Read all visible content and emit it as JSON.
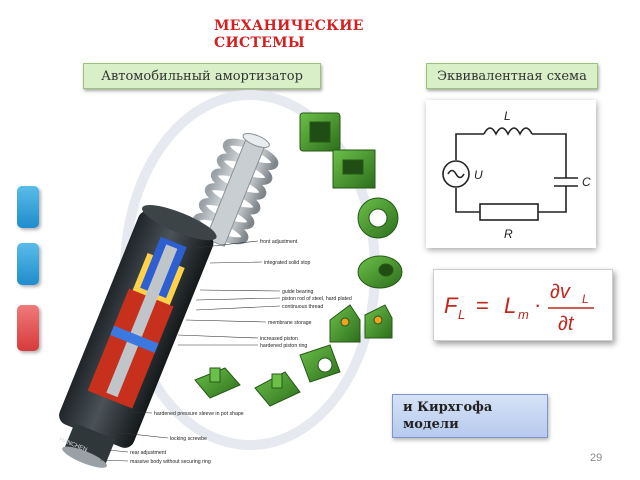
{
  "title": [
    "МЕХАНИЧЕСКИЕ",
    "СИСТЕМЫ"
  ],
  "left_label": "Автомобильный амортизатор",
  "right_label": "Эквивалентная схема",
  "circuit": {
    "inductor": "L",
    "source": "U",
    "capacitor": "C",
    "resistor": "R"
  },
  "formula": {
    "lhs": "F",
    "lhs_sub": "L",
    "eq": "=",
    "coef": "L",
    "coef_sub": "m",
    "dot": "·",
    "num": "∂v",
    "num_sub": "L",
    "den": "∂t"
  },
  "kirchhoff_lines": [
    "и Кирхгофа",
    "модели"
  ],
  "callouts": [
    "front adjustment",
    "integrated solid stop",
    "guide bearing",
    "piston rod of steel, hard plated",
    "continuous thread",
    "membrane storage",
    "increased piston",
    "hardened piston ring",
    "hardened pressure sleeve in pot shape",
    "locking screwbe",
    "rear adjustment",
    "massive body without securing ring"
  ],
  "brand": "HÄNCHEN",
  "page_number": "29",
  "colors": {
    "title": "#d42020",
    "label_bg": "#d8efc8",
    "part_green": "#3f8f2a",
    "blue_btn": "#2a9bd6",
    "red_btn": "#e04a4a",
    "kirch_bg": "#c7d6f2"
  }
}
